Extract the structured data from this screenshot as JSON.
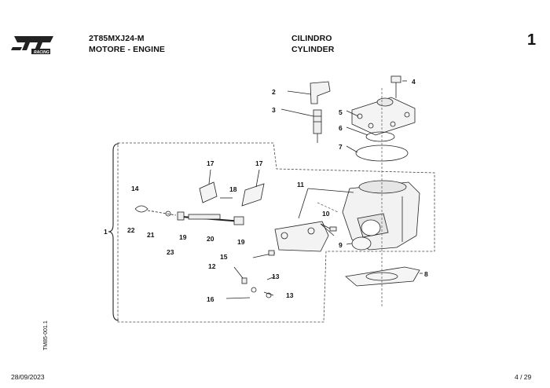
{
  "brand": {
    "logo_text": "tm",
    "logo_subtext": "RACING"
  },
  "header": {
    "model_code": "2T85MXJ24-M",
    "group": "MOTORE - ENGINE",
    "section_it": "CILINDRO",
    "section_en": "CYLINDER",
    "table_number": "1"
  },
  "diagram": {
    "callouts": [
      "1",
      "2",
      "3",
      "4",
      "5",
      "6",
      "7",
      "8",
      "9",
      "10",
      "11",
      "12",
      "13",
      "13",
      "14",
      "15",
      "16",
      "17",
      "17",
      "18",
      "19",
      "19",
      "20",
      "21",
      "22",
      "23"
    ]
  },
  "footer": {
    "date": "28/09/2023",
    "page": "4 / 29",
    "doc_code": "TM85-001.1"
  }
}
